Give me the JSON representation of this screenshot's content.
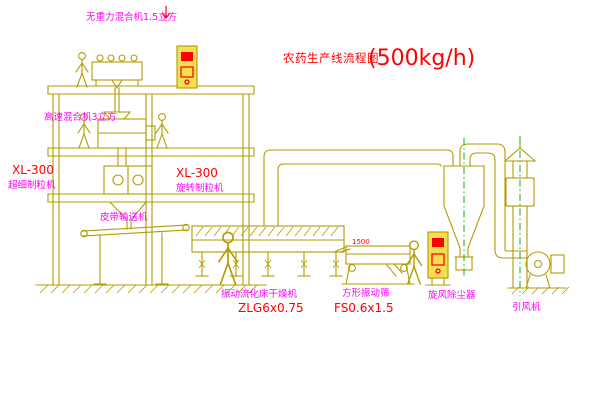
{
  "title": {
    "text": "农药生产线流程图",
    "capacity": "(500kg/h)"
  },
  "labels": {
    "gravity_mixer": "无重力混合机1.5立方",
    "high_speed_mixer": "高速混合机3立方",
    "granulator_left_model": "XL-300",
    "granulator_left_name": "超细制粒机",
    "granulator_right_model": "XL-300",
    "granulator_right_name": "旋转制粒机",
    "belt_conveyor": "皮带输送机",
    "dryer_name": "振动流化床干燥机",
    "dryer_model": "ZLG6x0.75",
    "sieve_name": "方形振动筛",
    "sieve_model": "FS0.6x1.5",
    "sieve_dimension": "1500",
    "cyclone_name": "旋风除尘器",
    "fan_name": "引风机"
  },
  "colors": {
    "line": "#b59b00",
    "magenta": "#ff00ff",
    "red": "#ff0000",
    "green": "#00a000",
    "panel-fill": "#f4de52",
    "bg": "#ffffff"
  }
}
